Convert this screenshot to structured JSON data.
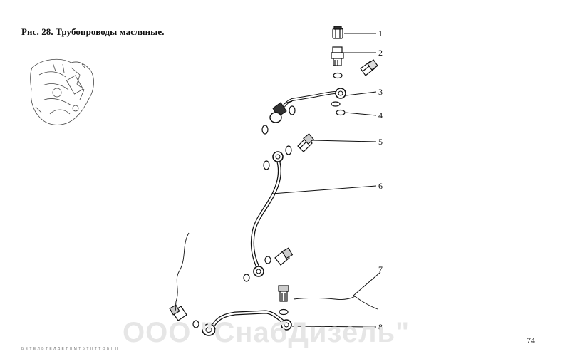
{
  "figure": {
    "title": "Рис. 28. Трубопроводы масляные.",
    "page_number": "74",
    "watermark": "ООО \"СнабДизель\"",
    "footnote": "Б Е Т Е Л Б Т Е Л Д Е Т Н М Т Б Т Н Т Т О Б Н Н"
  },
  "callouts": [
    {
      "id": "1",
      "label": "1"
    },
    {
      "id": "2",
      "label": "2"
    },
    {
      "id": "3",
      "label": "3"
    },
    {
      "id": "4",
      "label": "4"
    },
    {
      "id": "5",
      "label": "5"
    },
    {
      "id": "6",
      "label": "6"
    },
    {
      "id": "7",
      "label": "7"
    },
    {
      "id": "8",
      "label": "8"
    }
  ],
  "parts": [
    {
      "name": "part-1",
      "icon": "cap-nut-icon"
    },
    {
      "name": "part-2",
      "icon": "adapter-fitting-icon"
    },
    {
      "name": "part-3",
      "icon": "oil-pipe-icon"
    },
    {
      "name": "part-4",
      "icon": "sealing-washer-icon"
    },
    {
      "name": "part-5",
      "icon": "banjo-bolt-icon"
    },
    {
      "name": "part-6",
      "icon": "oil-pipe-icon"
    },
    {
      "name": "part-7",
      "icon": "union-fitting-icon"
    },
    {
      "name": "part-8",
      "icon": "oil-pipe-icon"
    }
  ]
}
